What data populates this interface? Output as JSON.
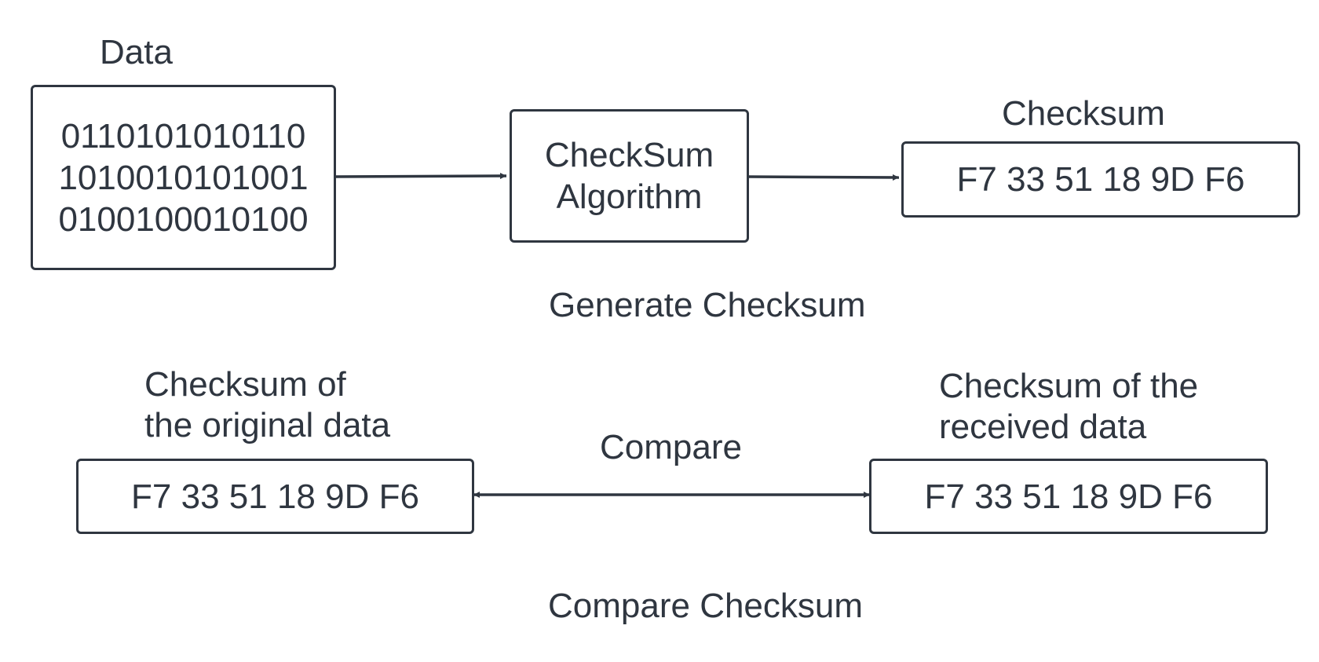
{
  "generate": {
    "data_label": "Data",
    "data_lines": [
      "0110101010110",
      "1010010101001",
      "0100100010100"
    ],
    "algorithm_lines": [
      "CheckSum",
      "Algorithm"
    ],
    "checksum_label": "Checksum",
    "checksum_value": "F7 33 51 18 9D F6",
    "caption": "Generate Checksum"
  },
  "compare": {
    "original_label_lines": [
      "Checksum of",
      "the original data"
    ],
    "original_value": "F7 33 51 18 9D F6",
    "compare_label": "Compare",
    "received_label_lines": [
      "Checksum of the",
      "received data"
    ],
    "received_value": "F7 33 51 18 9D F6",
    "caption": "Compare Checksum"
  },
  "colors": {
    "stroke": "#2f3640",
    "text": "#2f3640",
    "background": "#ffffff"
  }
}
